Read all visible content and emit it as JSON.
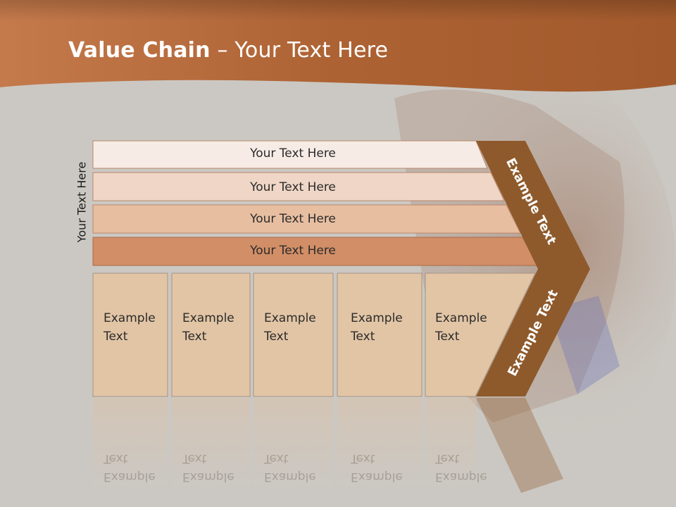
{
  "title": {
    "bold": "Value Chain",
    "rest": " – Your Text Here"
  },
  "side_label": "Your Text Here",
  "rows": [
    {
      "label": "Your Text Here",
      "fill": "#f6ebe5"
    },
    {
      "label": "Your Text Here",
      "fill": "#efd6c6"
    },
    {
      "label": "Your Text Here",
      "fill": "#e8bea1"
    },
    {
      "label": "Your Text Here",
      "fill": "#d28e66"
    }
  ],
  "columns": [
    {
      "line1": "Example",
      "line2": "Text"
    },
    {
      "line1": "Example",
      "line2": "Text"
    },
    {
      "line1": "Example",
      "line2": "Text"
    },
    {
      "line1": "Example",
      "line2": "Text"
    },
    {
      "line1": "Example",
      "line2": "Text"
    }
  ],
  "arrow": {
    "upper_label": "Example Text",
    "lower_label": "Example Text",
    "color": "#8e5a2c"
  },
  "colors": {
    "header": "#b7693a",
    "background": "#cbc8c3",
    "column_fill": "#e2c5a5"
  }
}
